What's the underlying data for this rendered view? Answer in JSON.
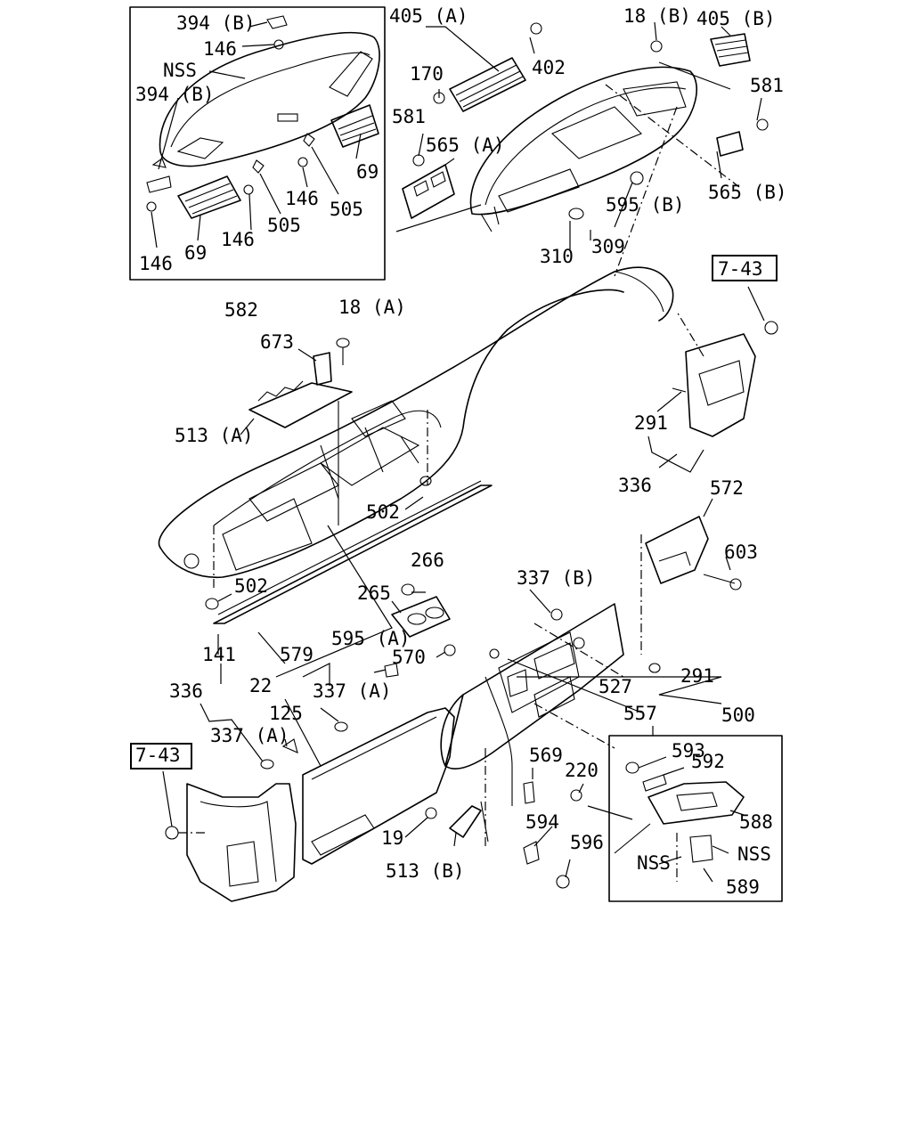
{
  "labels": {
    "l394b_top": "394 (B)",
    "l146_a": "146",
    "lnss_a": "NSS",
    "l394b_mid": "394 (B)",
    "l69_a": "69",
    "l146_b": "146",
    "l505_a": "505",
    "l146_c": "146",
    "l505_b": "505",
    "l146_d": "146",
    "l69_b": "69",
    "l582": "582",
    "l405a": "405 (A)",
    "l170": "170",
    "l402": "402",
    "l581_a": "581",
    "l565a": "565 (A)",
    "l18b": "18 (B)",
    "l405b": "405 (B)",
    "l581_b": "581",
    "l565b": "565 (B)",
    "l595b": "595 (B)",
    "l309": "309",
    "l310": "310",
    "l743_a": "7-43",
    "l18a": "18 (A)",
    "l673": "673",
    "l513a": "513 (A)",
    "l291_a": "291",
    "l336_a": "336",
    "l572": "572",
    "l603": "603",
    "l502_a": "502",
    "l502_b": "502",
    "l266": "266",
    "l265": "265",
    "l337b": "337 (B)",
    "l141": "141",
    "l22": "22",
    "l579": "579",
    "l595a": "595 (A)",
    "l570": "570",
    "l291_b": "291",
    "l527": "527",
    "l500": "500",
    "l336_b": "336",
    "l337a_a": "337 (A)",
    "l125": "125",
    "l337a_b": "337 (A)",
    "l557": "557",
    "l743_b": "7-43",
    "l593": "593",
    "l592": "592",
    "l569": "569",
    "l220": "220",
    "l588": "588",
    "l594": "594",
    "l19": "19",
    "lnss_b": "NSS",
    "lnss_c": "NSS",
    "l596": "596",
    "l513b": "513 (B)",
    "l589": "589"
  }
}
